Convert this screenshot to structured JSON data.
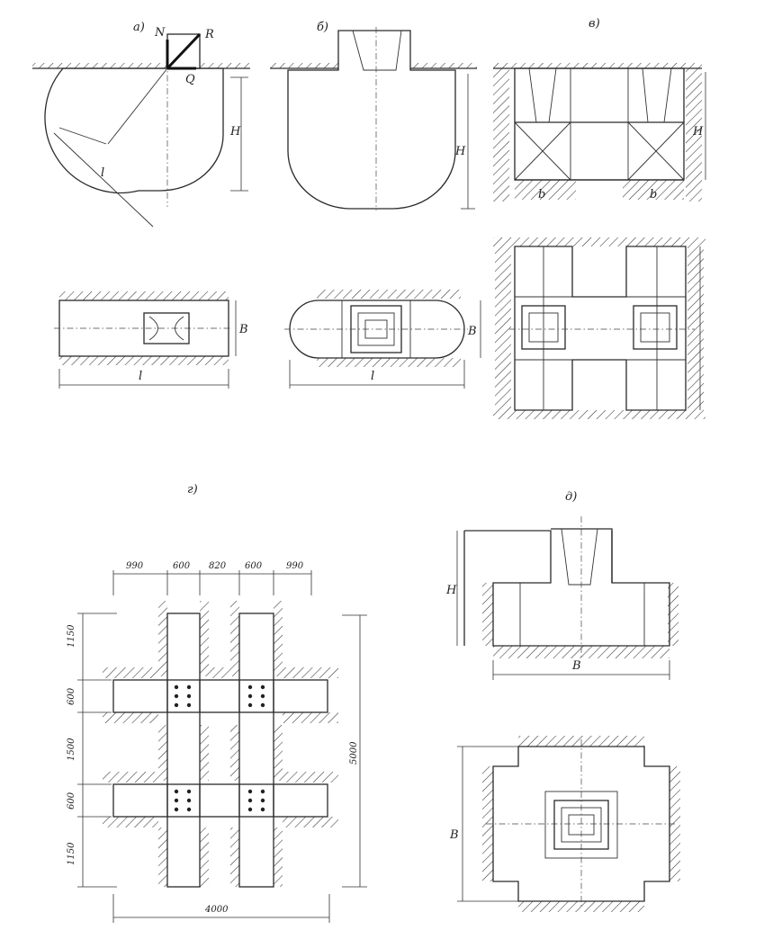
{
  "labels": {
    "a": "а)",
    "b": "б)",
    "v": "в)",
    "g": "г)",
    "d": "д)"
  },
  "letters": {
    "N": "N",
    "R": "R",
    "Q": "Q",
    "H": "H",
    "l": "l",
    "B": "B",
    "b": "b"
  },
  "dims_top": [
    "990",
    "600",
    "820",
    "600",
    "990"
  ],
  "dims_left": [
    "1150",
    "600",
    "1500",
    "600",
    "1150"
  ],
  "dim_right": "5000",
  "dim_bottom": "4000"
}
